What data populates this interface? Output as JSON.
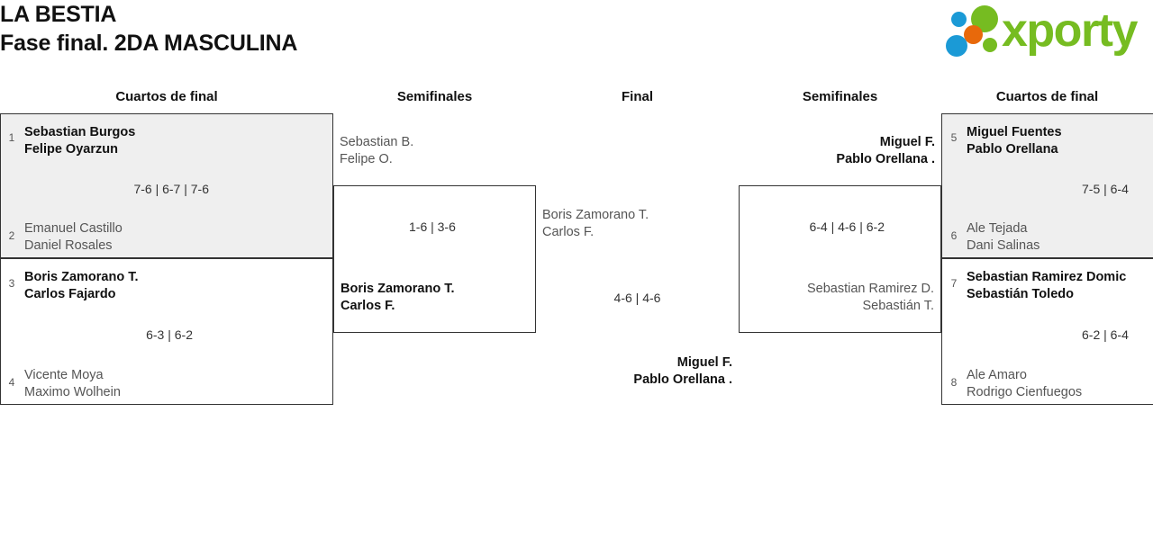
{
  "header": {
    "title_line1": "LA BESTIA",
    "title_line2": "Fase final. 2DA MASCULINA"
  },
  "logo": {
    "wordmark": "xporty",
    "green": "#76bc21",
    "orange": "#e8690b",
    "blue": "#1b9ad6"
  },
  "columns": [
    {
      "label": "Cuartos de final"
    },
    {
      "label": "Semifinales"
    },
    {
      "label": "Final"
    },
    {
      "label": "Semifinales"
    },
    {
      "label": "Cuartos de final"
    }
  ],
  "bracket": {
    "left_quarterfinals": [
      {
        "seed_top": "1",
        "top_p1": "Sebastian Burgos",
        "top_p2": "Felipe Oyarzun",
        "top_winner": true,
        "score": "7-6 | 6-7 | 7-6",
        "seed_bottom": "2",
        "bottom_p1": "Emanuel Castillo",
        "bottom_p2": "Daniel Rosales",
        "bottom_winner": false,
        "highlight": true
      },
      {
        "seed_top": "3",
        "top_p1": "Boris Zamorano T.",
        "top_p2": "Carlos Fajardo",
        "top_winner": true,
        "score": "6-3 | 6-2",
        "seed_bottom": "4",
        "bottom_p1": "Vicente Moya",
        "bottom_p2": "Maximo Wolhein",
        "bottom_winner": false,
        "highlight": false
      }
    ],
    "left_semifinal": {
      "top_p1": "Sebastian B.",
      "top_p2": "Felipe O.",
      "top_winner": false,
      "score": "1-6 | 3-6",
      "bottom_p1": "Boris Zamorano T.",
      "bottom_p2": "Carlos F.",
      "bottom_winner": true
    },
    "final": {
      "top_p1": "Boris Zamorano T.",
      "top_p2": "Carlos F.",
      "top_winner": false,
      "score": "4-6 | 4-6",
      "bottom_p1": "Miguel F.",
      "bottom_p2": "Pablo Orellana .",
      "bottom_winner": true
    },
    "right_semifinal": {
      "top_p1": "Miguel F.",
      "top_p2": "Pablo Orellana .",
      "top_winner": true,
      "score": "6-4 | 4-6 | 6-2",
      "bottom_p1": "Sebastian Ramirez D.",
      "bottom_p2": "Sebastián T.",
      "bottom_winner": false
    },
    "right_quarterfinals": [
      {
        "seed_top": "5",
        "top_p1": "Miguel Fuentes",
        "top_p2": "Pablo Orellana",
        "top_winner": true,
        "score": "7-5 | 6-4",
        "seed_bottom": "6",
        "bottom_p1": "Ale Tejada",
        "bottom_p2": "Dani Salinas",
        "bottom_winner": false,
        "highlight": true
      },
      {
        "seed_top": "7",
        "top_p1": "Sebastian Ramirez Domic",
        "top_p2": "Sebastián Toledo",
        "top_winner": true,
        "score": "6-2 | 6-4",
        "seed_bottom": "8",
        "bottom_p1": "Ale Amaro",
        "bottom_p2": "Rodrigo Cienfuegos",
        "bottom_winner": false,
        "highlight": false
      }
    ]
  }
}
